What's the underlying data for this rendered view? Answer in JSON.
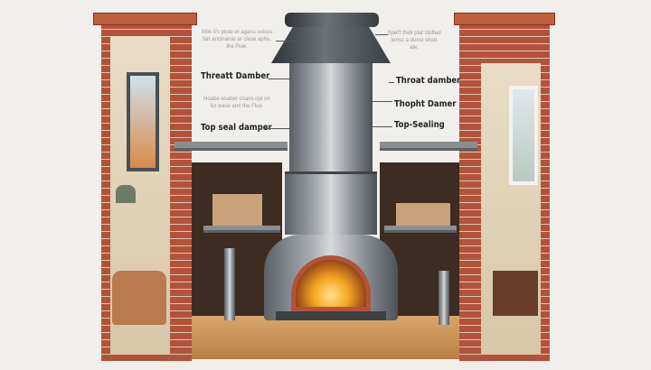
{
  "labels": {
    "left_note_top": "Wile it's plote er agans velses fan ancinanar ar clase aphs. the Flue.",
    "left_label_1": "Threatt Damber",
    "left_note_mid": "Hoabe esaber chans opt on fut wase and the Flue.",
    "left_label_2": "Top seal damper",
    "right_note_top": "Spef't thek plat stuffed lenss a donst shod ale.",
    "right_label_1": "Throat damber",
    "right_label_2": "Thopht Damer",
    "right_label_3": "Top-Sealing"
  },
  "colors": {
    "brick": "#b3523a",
    "metal": "#8a9096",
    "fire": "#f5a623",
    "background": "#f1efeb"
  }
}
